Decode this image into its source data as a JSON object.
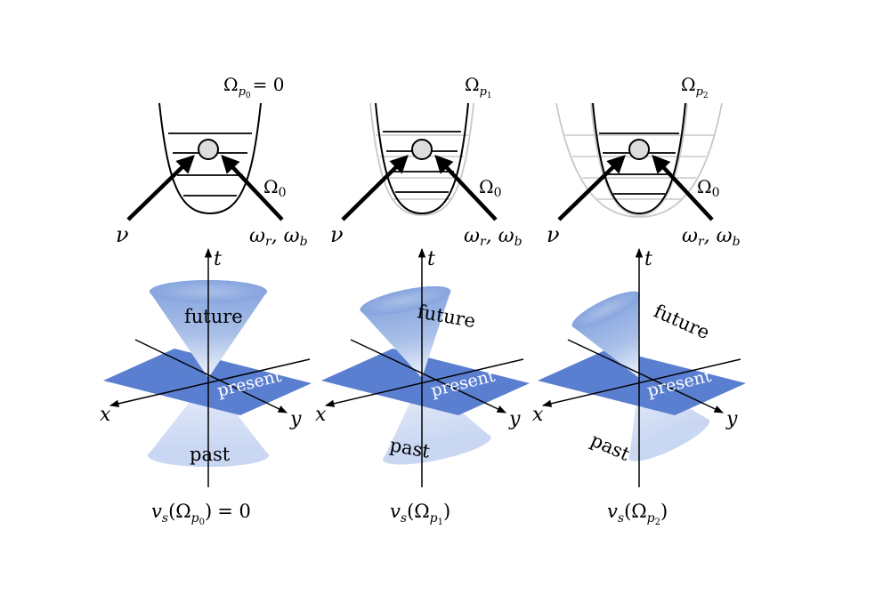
{
  "panels": [
    {
      "top_label": "Ω",
      "top_sub": "p",
      "top_subsub": "0",
      "top_suffix": "= 0",
      "nu": "ν",
      "omega0": "Ω",
      "omega0_sub": "0",
      "omega_rb": "ω",
      "omega_r_sub": "r",
      "omega_sep": ", ",
      "omega_b_sub": "b",
      "t_axis": "t",
      "x_axis": "x",
      "y_axis": "y",
      "future": "future",
      "present": "present",
      "past": "past",
      "bottom_prefix": "v",
      "bottom_sub": "s",
      "bottom_open": "(Ω",
      "bottom_p": "p",
      "bottom_pn": "0",
      "bottom_close": ")",
      "bottom_suffix": "= 0"
    },
    {
      "top_label": "Ω",
      "top_sub": "p",
      "top_subsub": "1",
      "top_suffix": "",
      "nu": "ν",
      "omega0": "Ω",
      "omega0_sub": "0",
      "omega_rb": "ω",
      "omega_r_sub": "r",
      "omega_sep": ", ",
      "omega_b_sub": "b",
      "t_axis": "t",
      "x_axis": "x",
      "y_axis": "y",
      "future": "future",
      "present": "present",
      "past": "past",
      "bottom_prefix": "v",
      "bottom_sub": "s",
      "bottom_open": "(Ω",
      "bottom_p": "p",
      "bottom_pn": "1",
      "bottom_close": ")",
      "bottom_suffix": ""
    },
    {
      "top_label": "Ω",
      "top_sub": "p",
      "top_subsub": "2",
      "top_suffix": "",
      "nu": "ν",
      "omega0": "Ω",
      "omega0_sub": "0",
      "omega_rb": "ω",
      "omega_r_sub": "r",
      "omega_sep": ", ",
      "omega_b_sub": "b",
      "t_axis": "t",
      "x_axis": "x",
      "y_axis": "y",
      "future": "future",
      "present": "present",
      "past": "past",
      "bottom_prefix": "v",
      "bottom_sub": "s",
      "bottom_open": "(Ω",
      "bottom_p": "p",
      "bottom_pn": "2",
      "bottom_close": ")",
      "bottom_suffix": ""
    }
  ],
  "colors": {
    "cone": "#7f9fdc",
    "cone_light": "#dde6f7",
    "plane": "#5b7fd0",
    "ghost": "#c8c8c8",
    "ink": "#000000",
    "atom": "#dddddd"
  }
}
